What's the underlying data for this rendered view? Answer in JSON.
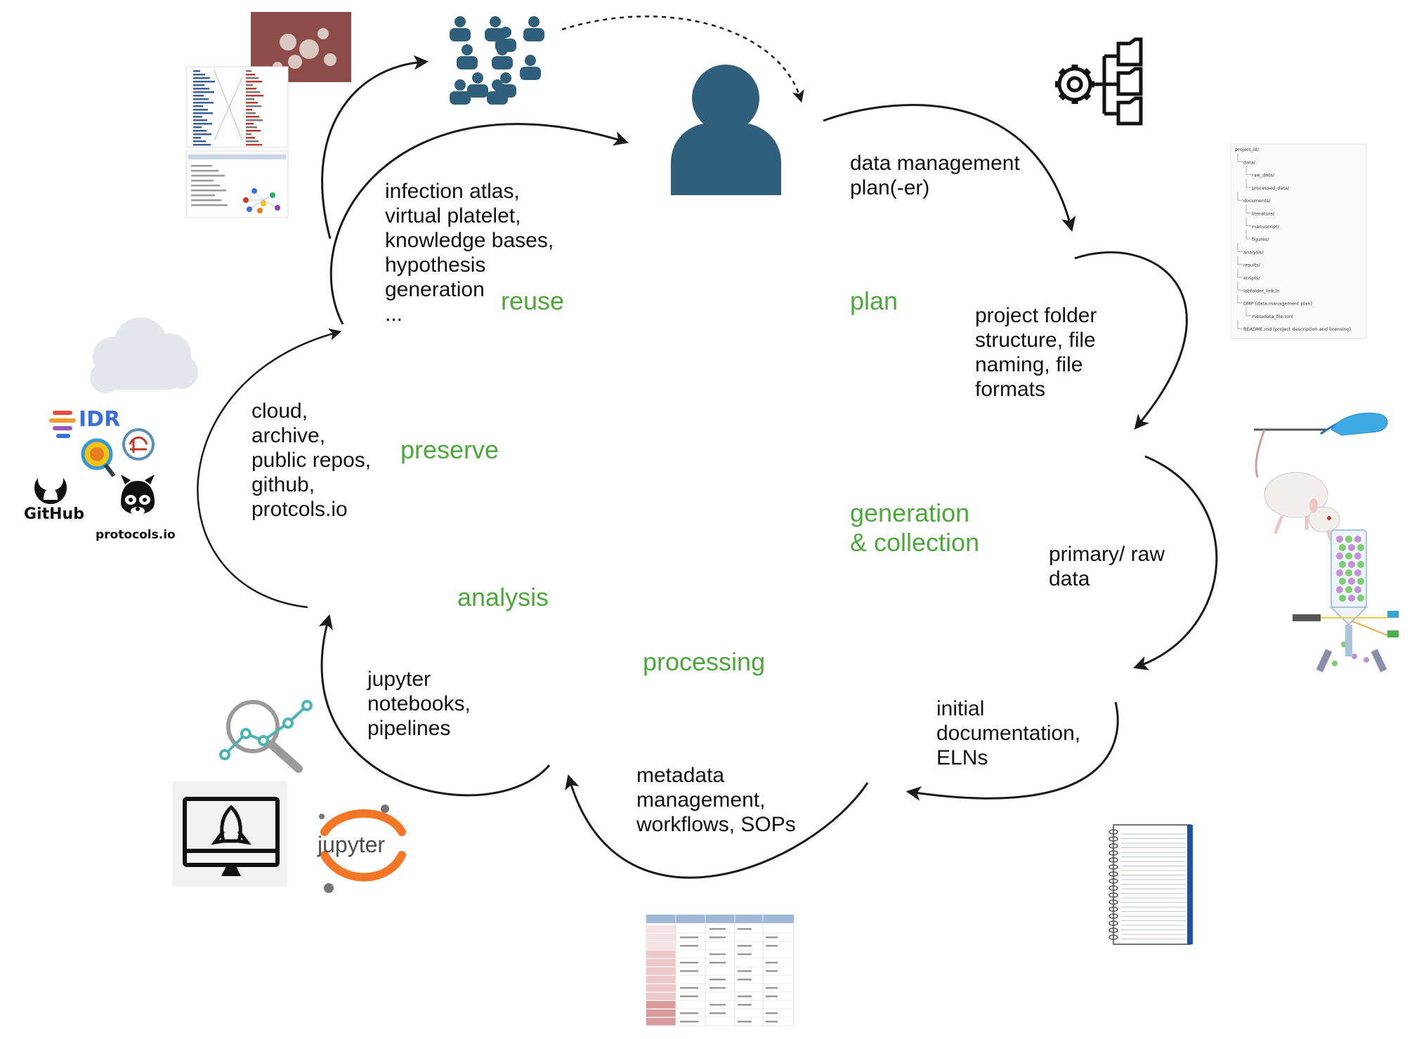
{
  "stages": {
    "plan": "plan",
    "generation": "generation\n& collection",
    "processing": "processing",
    "analysis": "analysis",
    "preserve": "preserve",
    "reuse": "reuse"
  },
  "labels": {
    "plan": "data management\nplan(-er)",
    "folder": "project folder\nstructure, file\nnaming, file\nformats",
    "raw": "primary/ raw\ndata",
    "doc": "initial\ndocumentation,\nELNs",
    "meta": "metadata\nmanagement,\nworkflows, SOPs",
    "notebooks": "jupyter\nnotebooks,\npipelines",
    "preserve": "cloud,\narchive,\npublic repos,\ngithub,\nprotcols.io",
    "reuse": "infection atlas,\nvirtual platelet,\nknowledge bases,\nhypothesis\ngeneration\n..."
  },
  "logos": {
    "idr": "IDR",
    "github": "GitHub",
    "protocols": "protocols.io",
    "jupyter": "jupyter"
  },
  "folder_tree": [
    "project_id/",
    "data/",
    "raw_data/",
    "processed_data/",
    "documents/",
    "literature/",
    "manuscript/",
    "figures/",
    "analysis/",
    "results/",
    "scripts/",
    "labfolder_link.ln",
    "DMP (data management plan)",
    "metadata_file.xml",
    "README.md (project description and licensing)"
  ],
  "colors": {
    "stage_green": "#4da83b",
    "person_blue": "#2f5f7a",
    "arrow": "#1a1a1a",
    "text": "#111111"
  },
  "icons": {
    "researcher": "person-icon",
    "community": "group-icon",
    "structure": "gear-folders-icon",
    "cloud": "cloud-icon",
    "notebook": "notebook-icon",
    "analysis": "magnifier-chart-icon",
    "deploy": "monitor-rocket-icon",
    "mouse": "mouse-illustration",
    "flow": "flow-cytometry-illustration",
    "table": "metadata-table-thumbnail",
    "atlas": "atlas-thumbnail"
  }
}
